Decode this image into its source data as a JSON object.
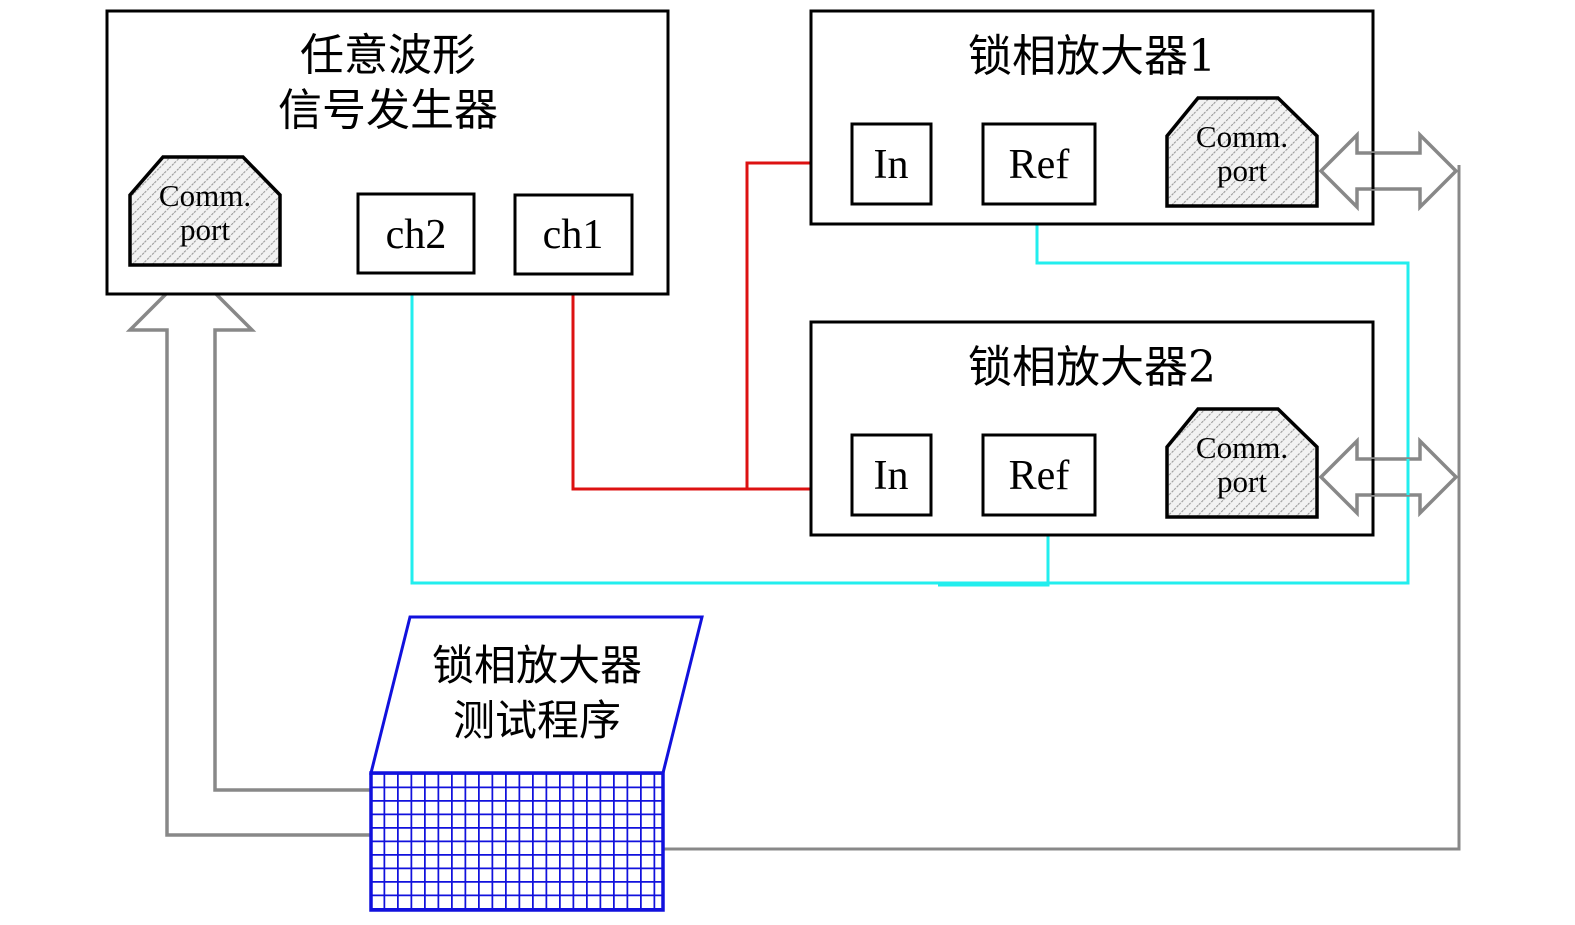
{
  "diagram": {
    "generator": {
      "title_line1": "任意波形",
      "title_line2": "信号发生器",
      "port_line1": "Comm.",
      "port_line2": "port",
      "ch2": "ch2",
      "ch1": "ch1"
    },
    "lockin1": {
      "title": "锁相放大器1",
      "in": "In",
      "ref": "Ref",
      "port_line1": "Comm.",
      "port_line2": "port"
    },
    "lockin2": {
      "title": "锁相放大器2",
      "in": "In",
      "ref": "Ref",
      "port_line1": "Comm.",
      "port_line2": "port"
    },
    "program": {
      "line1": "锁相放大器",
      "line2": "测试程序"
    },
    "colors": {
      "signal_wire": "#dd1111",
      "reference_wire": "#22eeee",
      "comm_link": "#888888",
      "computer": "#1111dd"
    },
    "connections": [
      {
        "from": "generator.ch1",
        "to": [
          "lockin1.in",
          "lockin2.in"
        ],
        "color": "red"
      },
      {
        "from": "generator.ch2",
        "to": [
          "lockin1.ref",
          "lockin2.ref"
        ],
        "color": "cyan"
      },
      {
        "from": "program",
        "to": "generator.comm_port",
        "type": "arrow"
      },
      {
        "from": "program",
        "to": [
          "lockin1.comm_port",
          "lockin2.comm_port"
        ],
        "type": "double-arrow"
      }
    ]
  }
}
